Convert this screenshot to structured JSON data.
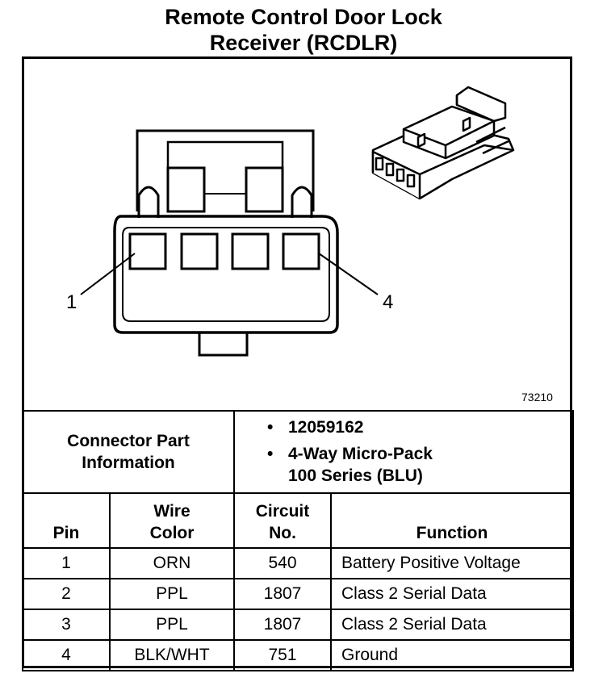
{
  "title": {
    "line1": "Remote Control Door Lock",
    "line2": "Receiver (RCDLR)"
  },
  "figure_id": "73210",
  "diagram": {
    "pin_labels": [
      "1",
      "4"
    ]
  },
  "connector_part_info": {
    "label_line1": "Connector Part",
    "label_line2": "Information",
    "part_number": "12059162",
    "description_line1": "4-Way Micro-Pack",
    "description_line2": "100 Series (BLU)"
  },
  "table": {
    "headers": {
      "pin": "Pin",
      "wire_color_line1": "Wire",
      "wire_color_line2": "Color",
      "circuit_line1": "Circuit",
      "circuit_line2": "No.",
      "function": "Function"
    },
    "rows": [
      {
        "pin": "1",
        "wire_color": "ORN",
        "circuit": "540",
        "function": "Battery Positive Voltage"
      },
      {
        "pin": "2",
        "wire_color": "PPL",
        "circuit": "1807",
        "function": "Class 2 Serial Data"
      },
      {
        "pin": "3",
        "wire_color": "PPL",
        "circuit": "1807",
        "function": "Class 2 Serial Data"
      },
      {
        "pin": "4",
        "wire_color": "BLK/WHT",
        "circuit": "751",
        "function": "Ground"
      }
    ]
  }
}
